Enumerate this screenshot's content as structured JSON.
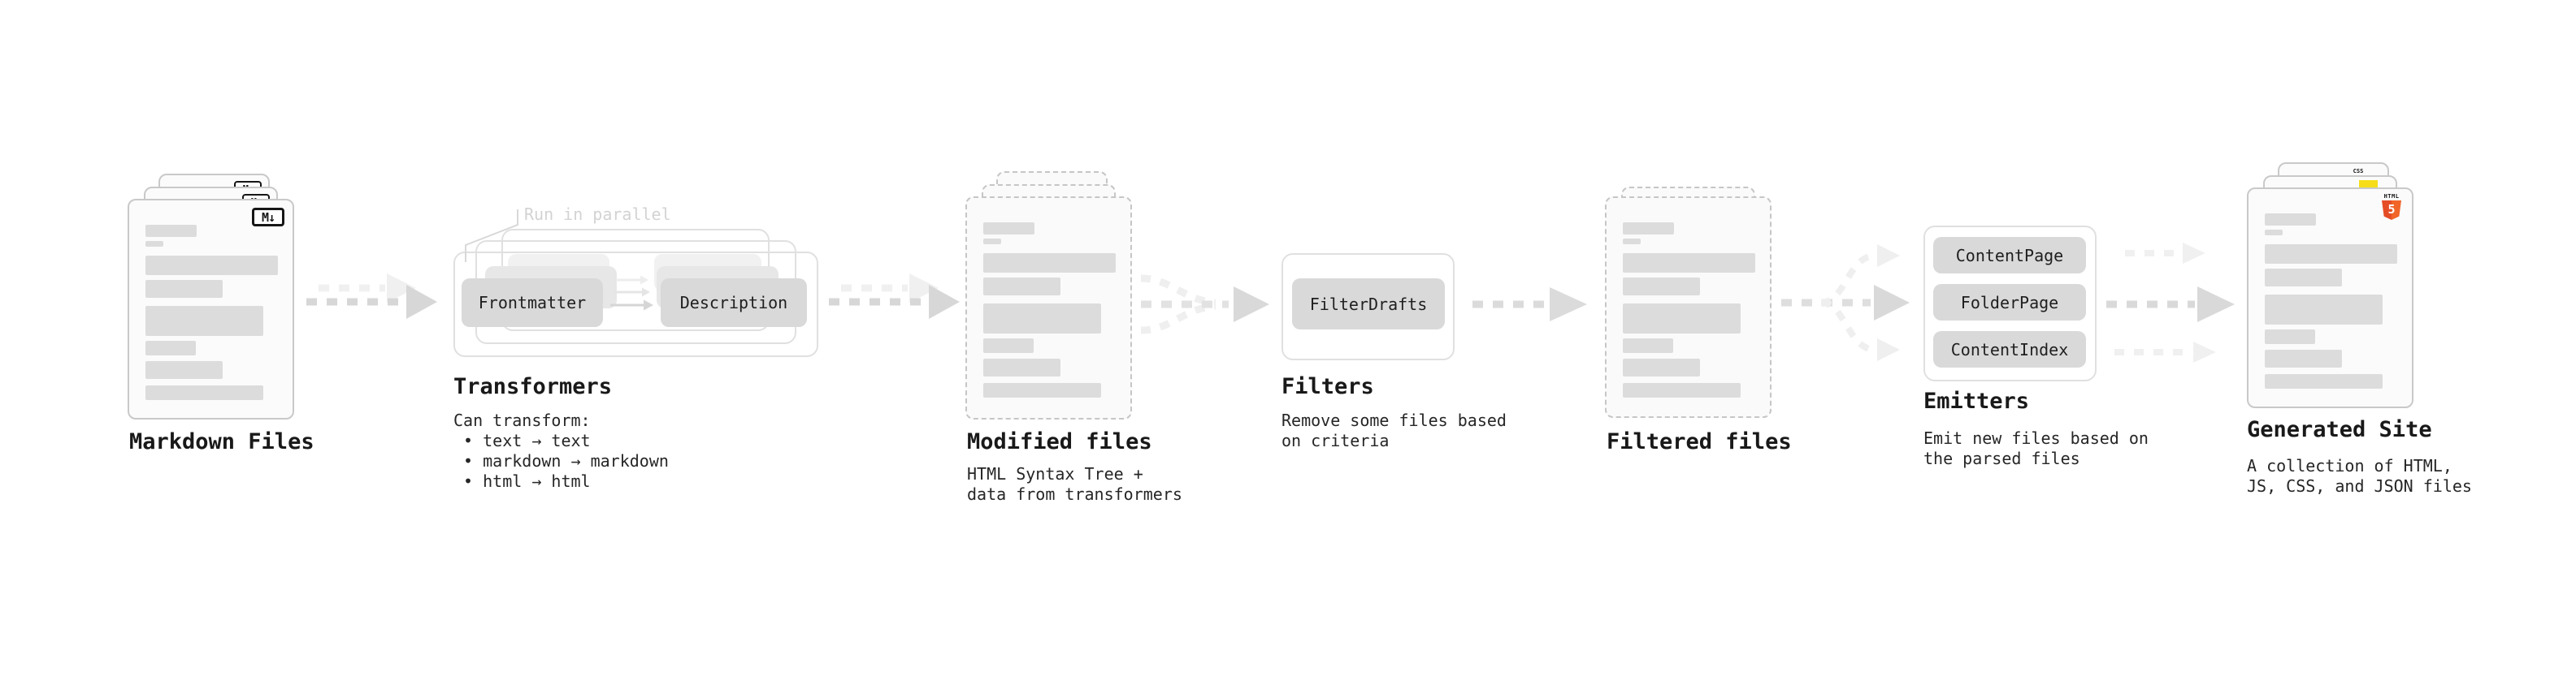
{
  "stages": {
    "markdown": {
      "label": "Markdown Files",
      "badge": "M↓"
    },
    "transformers": {
      "label": "Transformers",
      "note": "Run in parallel",
      "buttons": [
        "Frontmatter",
        "Description"
      ],
      "description": "Can transform:\n • text → text\n • markdown → markdown\n • html → html"
    },
    "modified": {
      "label": "Modified files",
      "description": "HTML Syntax Tree +\ndata from transformers"
    },
    "filters": {
      "label": "Filters",
      "buttons": [
        "FilterDrafts"
      ],
      "description": "Remove some files based\non criteria"
    },
    "filtered": {
      "label": "Filtered files"
    },
    "emitters": {
      "label": "Emitters",
      "buttons": [
        "ContentPage",
        "FolderPage",
        "ContentIndex"
      ],
      "description": "Emit new files based on\nthe parsed files"
    },
    "generated": {
      "label": "Generated Site",
      "description": "A collection of HTML,\nJS, CSS, and JSON files",
      "badges": {
        "html_text": "HTML",
        "html_number": "5",
        "css": "CSS"
      }
    }
  },
  "colors": {
    "background": "#ffffff",
    "card_fill": "#fbfbfb",
    "card_border": "#c9c9c9",
    "placeholder_bar": "#dcdcdc",
    "button_fill": "#d9d9d9",
    "container_border": "#e0e0e0",
    "arrow_dark": "#d7d7d7",
    "arrow_light": "#f0f0f0",
    "text": "#191919",
    "note_text": "#d3d3d3",
    "html5_orange": "#e44d26",
    "js_yellow": "#f5de19",
    "css_blue": "#2f6fe4"
  }
}
